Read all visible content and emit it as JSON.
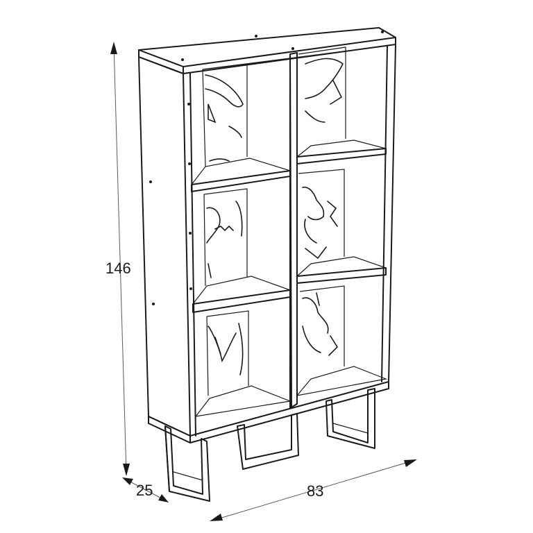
{
  "dimensions": {
    "height": {
      "label": "146"
    },
    "depth": {
      "label": "25"
    },
    "width": {
      "label": "83"
    }
  }
}
